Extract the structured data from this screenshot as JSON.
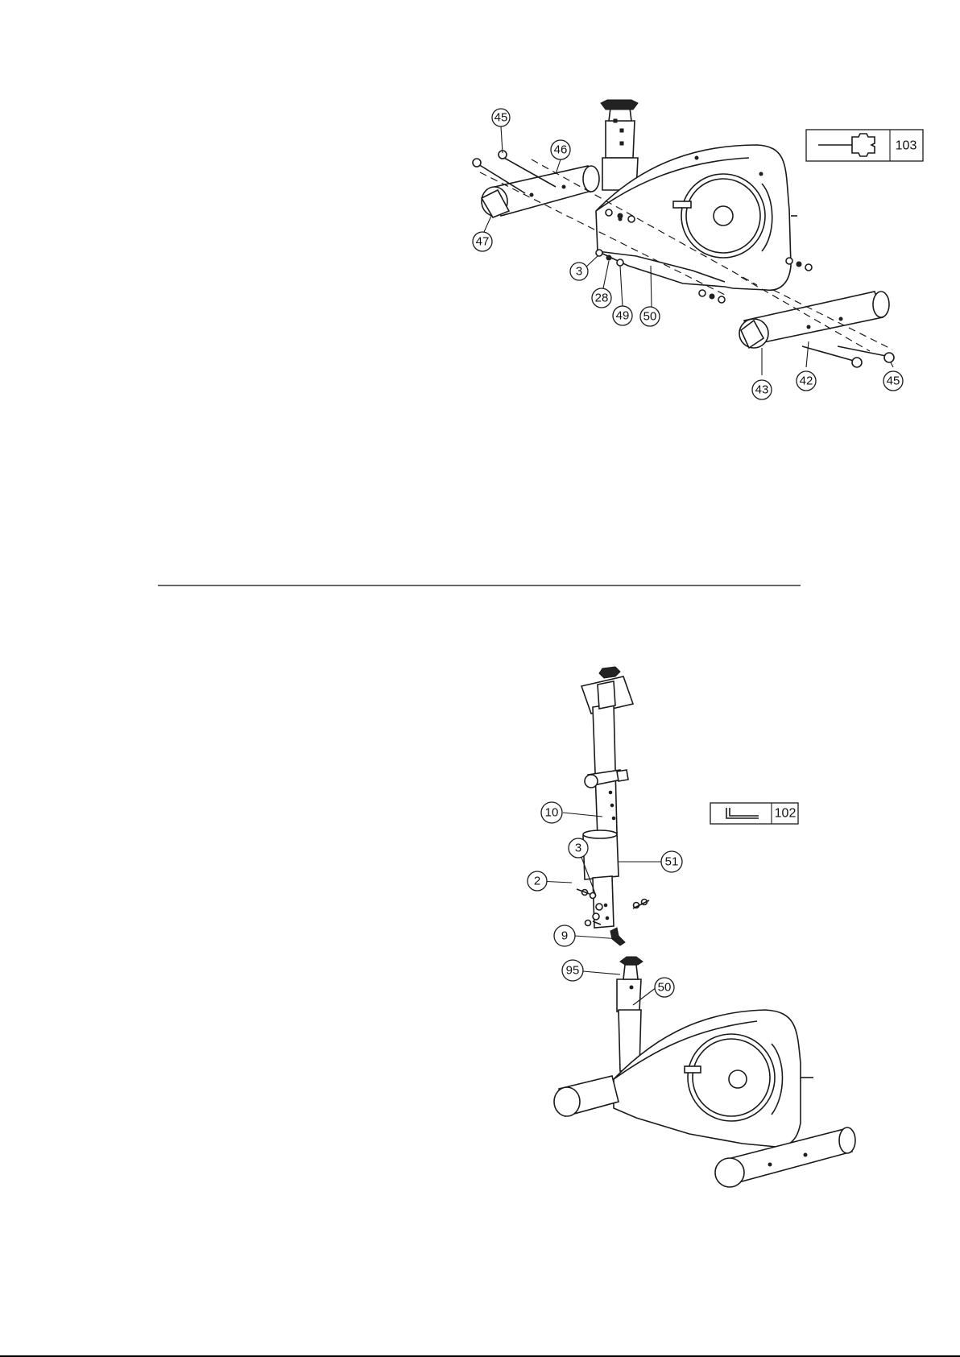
{
  "step_a": {
    "callouts": [
      "45",
      "46",
      "47",
      "3",
      "28",
      "49",
      "50",
      "43",
      "42",
      "45"
    ],
    "tool_box": {
      "number": "103",
      "icon": "wrench-icon"
    }
  },
  "step_b": {
    "callouts": [
      "10",
      "3",
      "2",
      "51",
      "9",
      "95",
      "50"
    ],
    "tool_box": {
      "number": "102",
      "icon": "allen-key-icon"
    }
  }
}
